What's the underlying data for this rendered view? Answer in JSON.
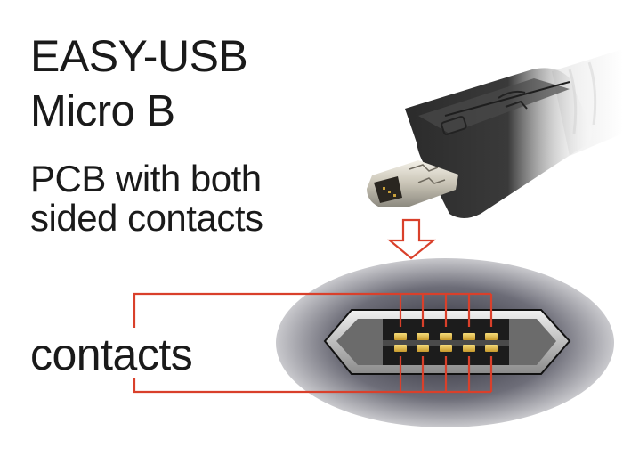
{
  "title": {
    "line1": "EASY-USB",
    "line2": "Micro B"
  },
  "subtitle": {
    "line1": "PCB with both",
    "line2": "sided contacts"
  },
  "callout_label": "contacts",
  "diagram": {
    "contact_columns": 5,
    "contact_rows": 2,
    "accent_color": "#d9402b",
    "pad_color": "#e8c453"
  }
}
